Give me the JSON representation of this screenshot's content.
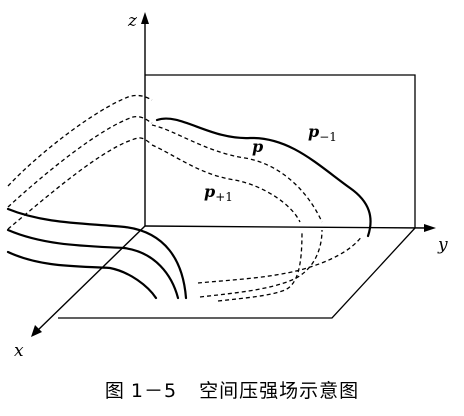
{
  "axes": {
    "x_label": "x",
    "y_label": "y",
    "z_label": "z"
  },
  "curves": {
    "p_minus_1": {
      "base": "p",
      "sub": "−1"
    },
    "p": {
      "base": "p",
      "sub": ""
    },
    "p_plus_1": {
      "base": "p",
      "sub": "+1"
    }
  },
  "caption": {
    "prefix": "图",
    "number": "1－5",
    "text": "空间压强场示意图"
  },
  "colors": {
    "ink": "#000000",
    "background": "#ffffff"
  }
}
